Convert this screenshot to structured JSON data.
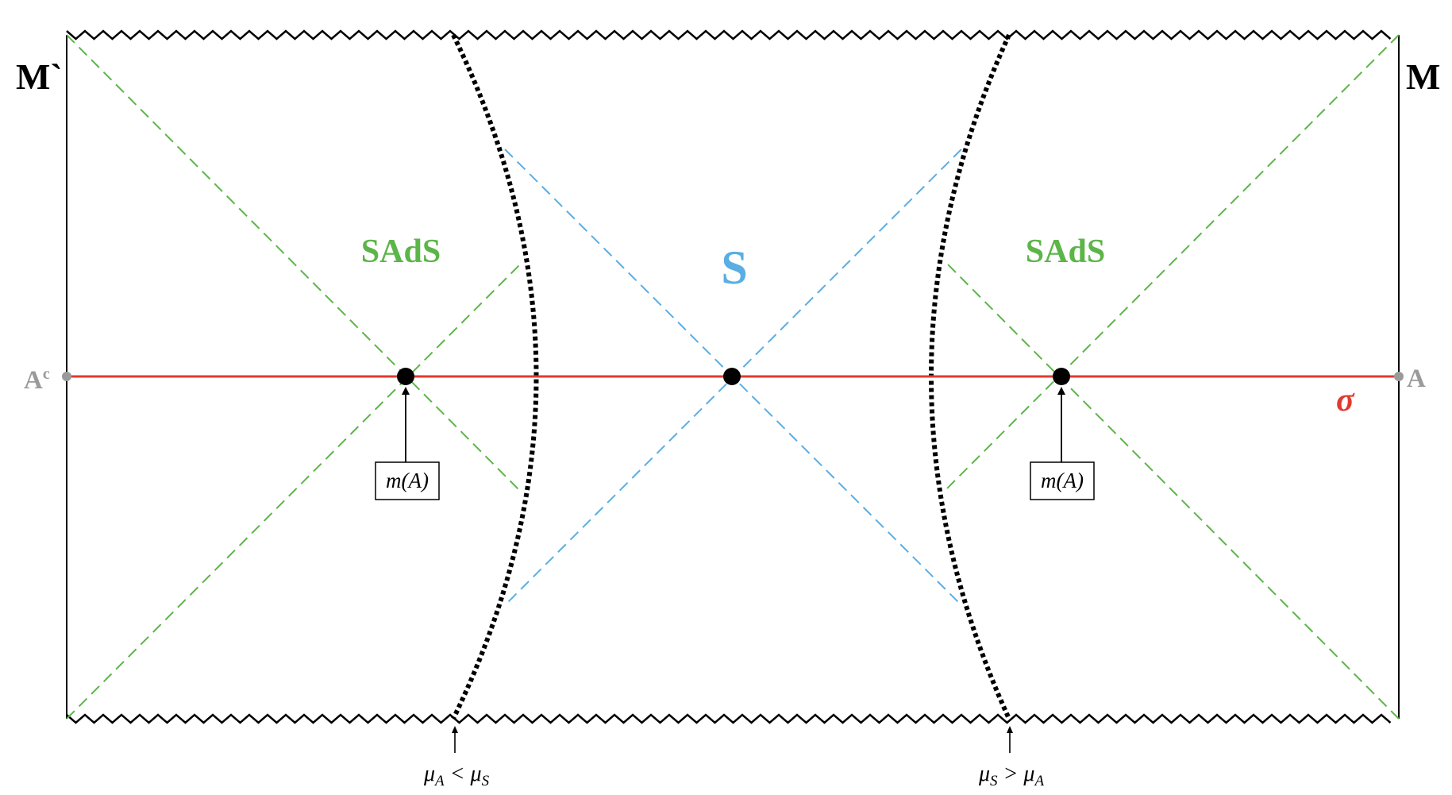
{
  "labels": {
    "left_boundary": "M`",
    "right_boundary": "M",
    "left_endpoint": "A",
    "left_endpoint_sup": "c",
    "right_endpoint": "A",
    "slice": "σ",
    "left_region": "SAdS",
    "right_region": "SAdS",
    "center_region": "S",
    "left_extremal_box": "m(A)",
    "right_extremal_box": "m(A)",
    "left_shell_caption": "μA < μS",
    "right_shell_caption": "μS > μA"
  },
  "colors": {
    "slice": "#e23a2e",
    "sads": "#5cb548",
    "center": "#5aaee3",
    "endpoint": "#9a9a9a",
    "ink": "#000000"
  }
}
